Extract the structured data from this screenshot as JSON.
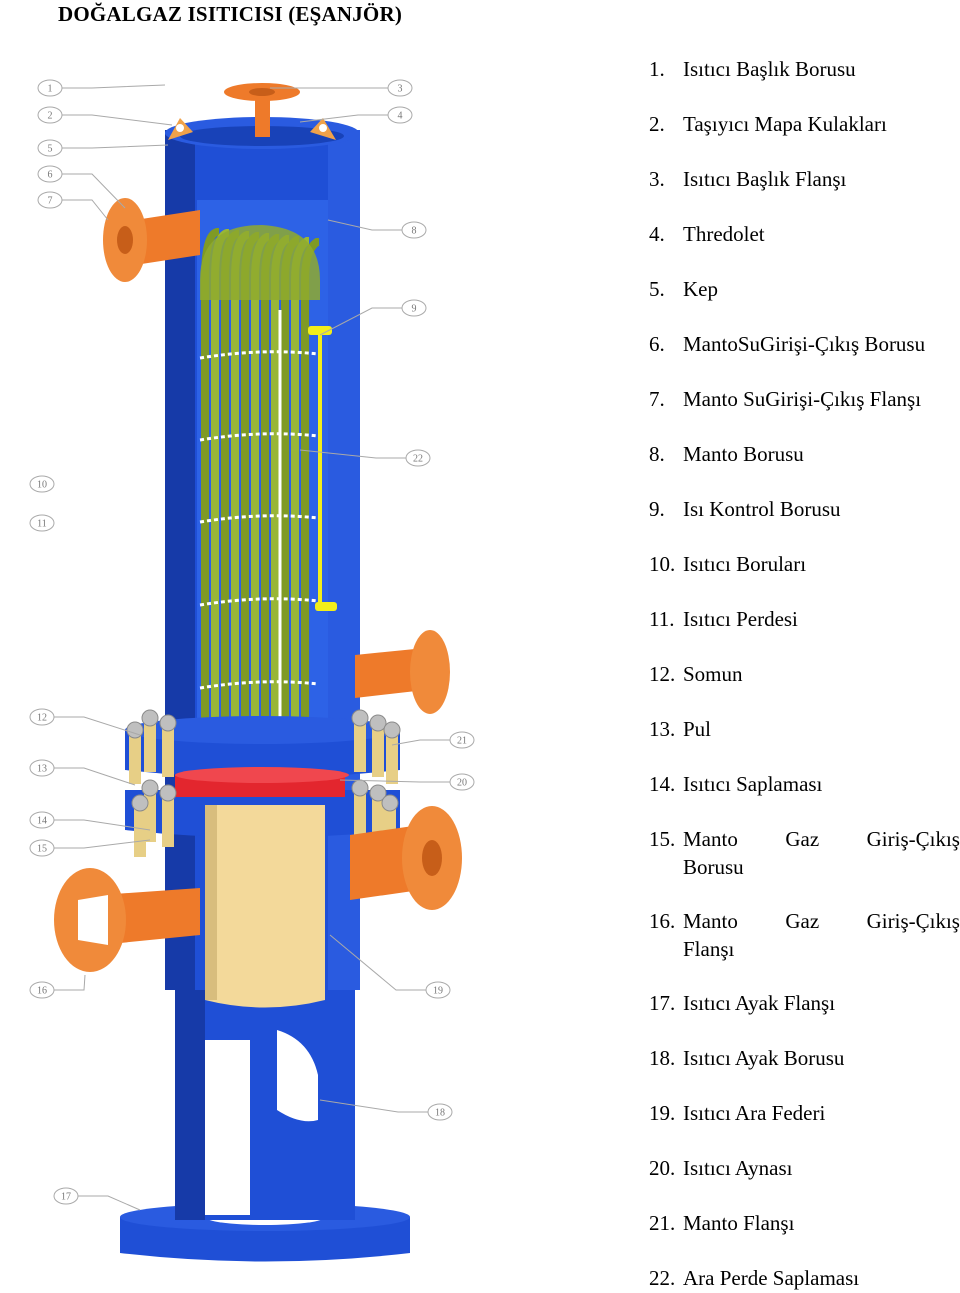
{
  "title": "DOĞALGAZ ISITICISI (EŞANJÖR)",
  "callouts": [
    "1",
    "2",
    "3",
    "4",
    "5",
    "6",
    "7",
    "8",
    "9",
    "10",
    "11",
    "12",
    "13",
    "14",
    "15",
    "16",
    "17",
    "18",
    "19",
    "20",
    "21",
    "22"
  ],
  "legend": [
    {
      "num": "1.",
      "text": "Isıtıcı Başlık Borusu"
    },
    {
      "num": "2.",
      "text": "Taşıyıcı Mapa Kulakları"
    },
    {
      "num": "3.",
      "text": "Isıtıcı Başlık Flanşı"
    },
    {
      "num": "4.",
      "text": "Thredolet"
    },
    {
      "num": "5.",
      "text": "Kep"
    },
    {
      "num": "6.",
      "text": "MantoSuGirişi-Çıkış Borusu"
    },
    {
      "num": "7.",
      "text": "Manto SuGirişi-Çıkış Flanşı"
    },
    {
      "num": "8.",
      "text": "Manto Borusu"
    },
    {
      "num": "9.",
      "text": "Isı Kontrol Borusu"
    },
    {
      "num": "10.",
      "text": "Isıtıcı Boruları"
    },
    {
      "num": "11.",
      "text": "Isıtıcı Perdesi"
    },
    {
      "num": "12.",
      "text": "Somun"
    },
    {
      "num": "13.",
      "text": "Pul"
    },
    {
      "num": "14.",
      "text": "Isıtıcı Saplaması"
    },
    {
      "num": "15.",
      "text_words": [
        "Manto",
        "Gaz",
        "Giriş-Çıkış"
      ],
      "text_line2": "Borusu"
    },
    {
      "num": "16.",
      "text_words": [
        "Manto",
        "Gaz",
        "Giriş-Çıkış"
      ],
      "text_line2": "Flanşı"
    },
    {
      "num": "17.",
      "text": "Isıtıcı Ayak Flanşı"
    },
    {
      "num": "18.",
      "text": "Isıtıcı Ayak Borusu"
    },
    {
      "num": "19.",
      "text": "Isıtıcı Ara Federi"
    },
    {
      "num": "20.",
      "text": "Isıtıcı Aynası"
    },
    {
      "num": "21.",
      "text": "Manto Flanşı"
    },
    {
      "num": "22.",
      "text": "Ara Perde Saplaması"
    }
  ],
  "colors": {
    "shell": "#1f4fd6",
    "shell_dark": "#163aa8",
    "flange_orange": "#ee7a2a",
    "tubes_green": "#8faa2e",
    "baffle_white": "#ffffff",
    "control_yellow": "#f2ee1a",
    "tubesheet_red": "#e3262e",
    "gas_chamber_cream": "#f3d99a",
    "callout_gray": "#9a9a9a"
  }
}
